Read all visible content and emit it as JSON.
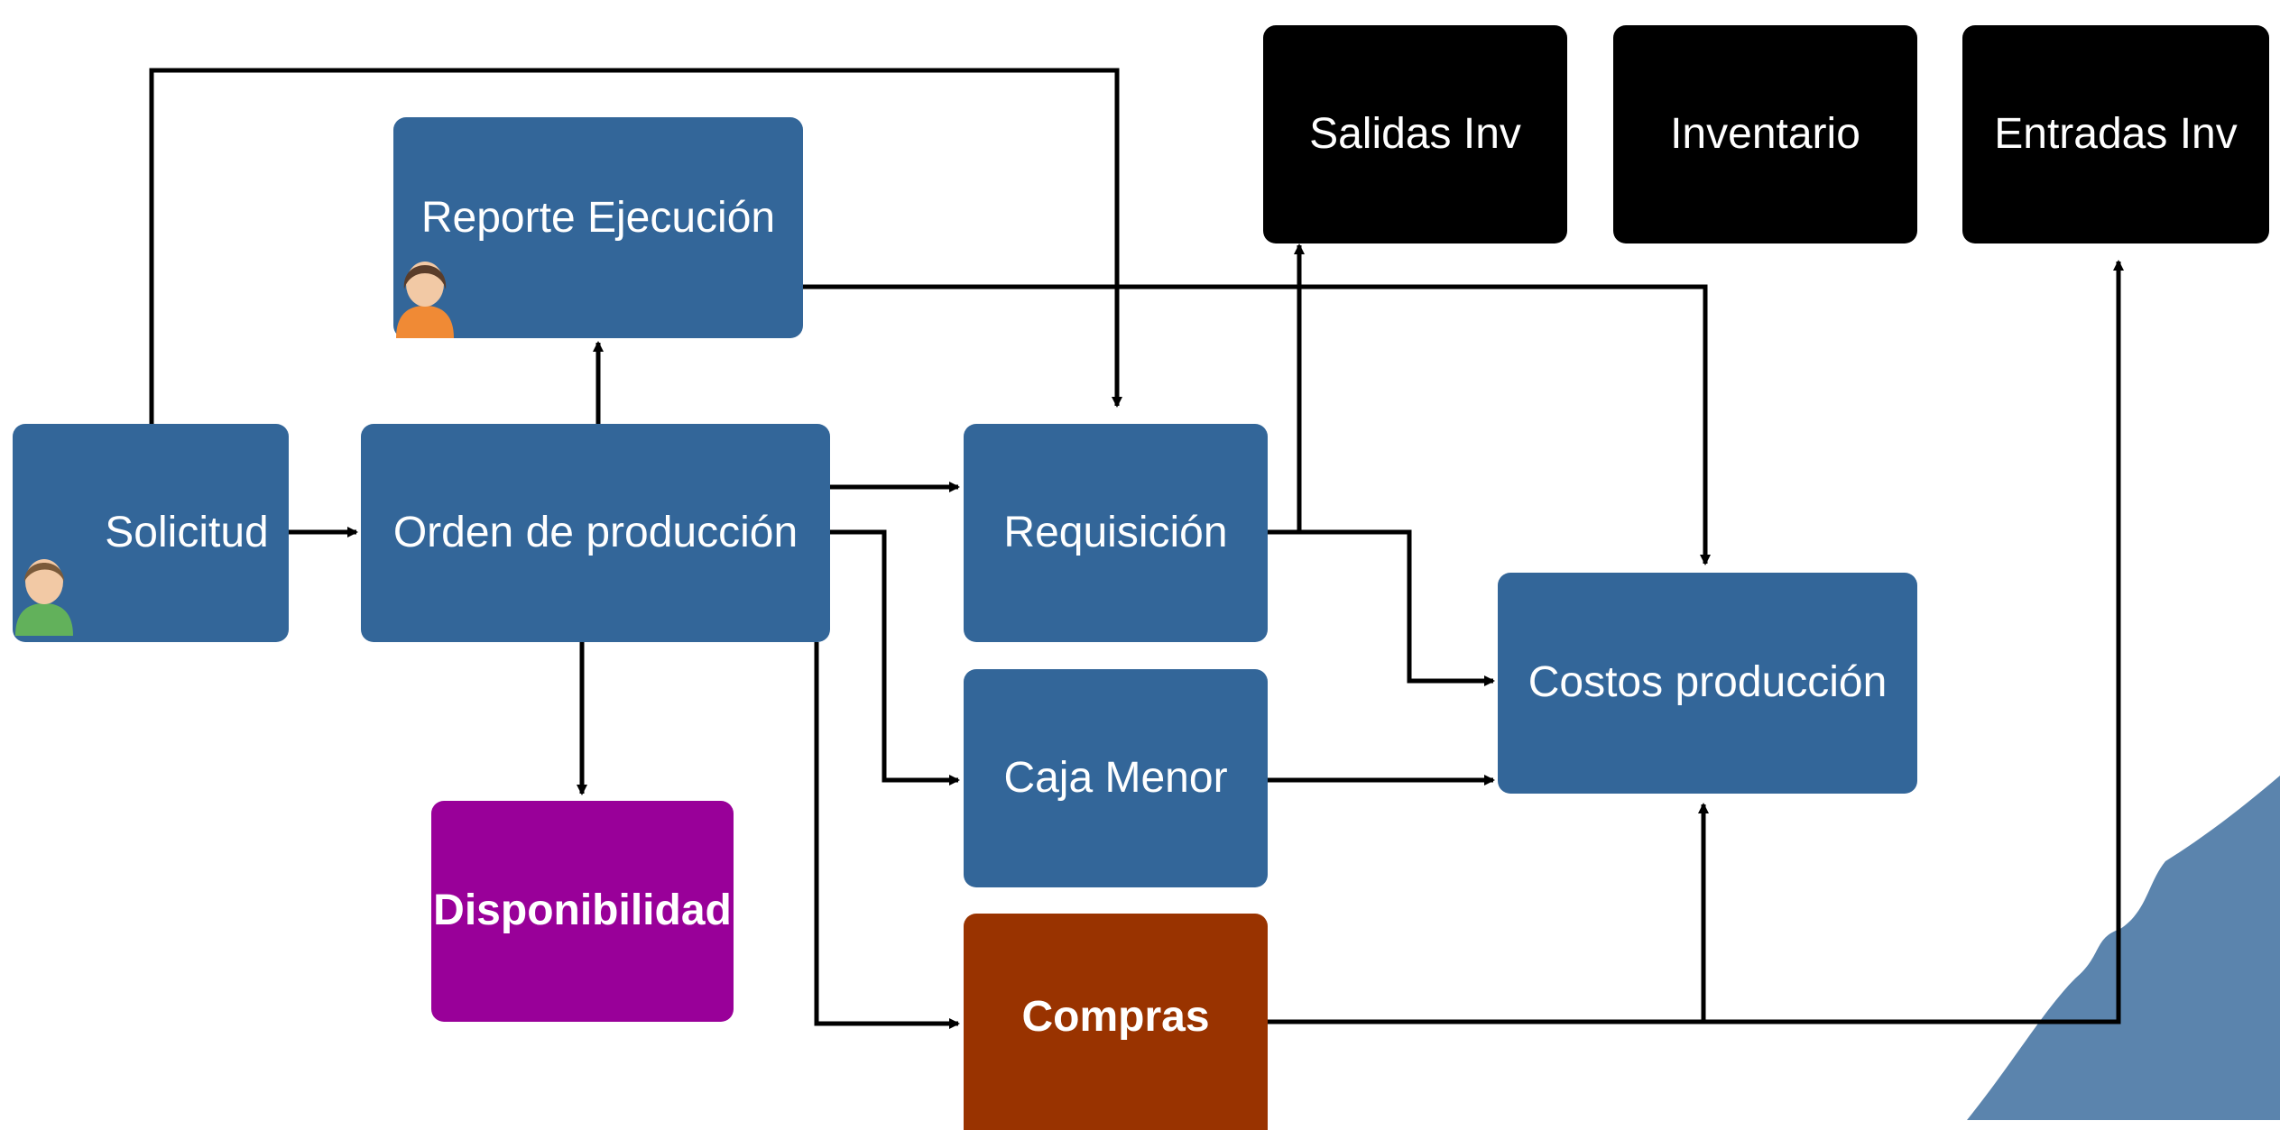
{
  "nodes": {
    "solicitud": "Solicitud",
    "orden": "Orden de producción",
    "reporte": "Reporte Ejecución",
    "requisicion": "Requisición",
    "caja": "Caja Menor",
    "compras": "Compras",
    "disponibilidad": "Disponibilidad",
    "costos": "Costos producción",
    "salidas": "Salidas Inv",
    "inventario": "Inventario",
    "entradas": "Entradas Inv"
  },
  "edges": [
    [
      "solicitud",
      "orden"
    ],
    [
      "solicitud",
      "requisicion"
    ],
    [
      "orden",
      "reporte"
    ],
    [
      "orden",
      "requisicion"
    ],
    [
      "orden",
      "caja"
    ],
    [
      "orden",
      "compras"
    ],
    [
      "orden",
      "disponibilidad"
    ],
    [
      "reporte",
      "costos"
    ],
    [
      "requisicion",
      "salidas"
    ],
    [
      "requisicion",
      "costos"
    ],
    [
      "caja",
      "costos"
    ],
    [
      "compras",
      "costos"
    ],
    [
      "compras",
      "entradas"
    ]
  ],
  "colors": {
    "process": "#336699",
    "inventory": "#000000",
    "availability": "#990099",
    "purchases": "#993300",
    "decor": "#5b84ad"
  },
  "icons": {
    "solicitud": "user-icon",
    "reporte": "user-icon"
  }
}
